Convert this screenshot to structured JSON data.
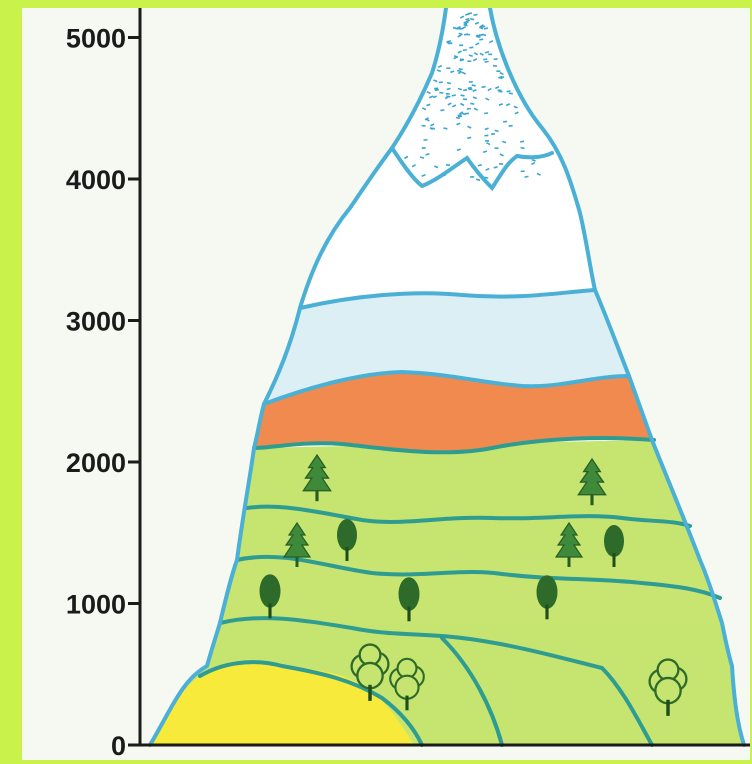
{
  "axis": {
    "ticks": [
      {
        "value": 5000,
        "label": "5000"
      },
      {
        "value": 4000,
        "label": "4000"
      },
      {
        "value": 3000,
        "label": "3000"
      },
      {
        "value": 2000,
        "label": "2000"
      },
      {
        "value": 1000,
        "label": "1000"
      },
      {
        "value": 0,
        "label": "0"
      }
    ],
    "range": [
      0,
      5000
    ]
  },
  "colors": {
    "page_background": "#c9f24a",
    "paper": "#f6f8f2",
    "outline": "#4ab0d6",
    "snow": "#ffffff",
    "snow_dots": "#3aa6cf",
    "alpine_meadow": "#d9f0f6",
    "orange_zone": "#f08a4e",
    "green_zones": "#c6e470",
    "foothill_yellow": "#f7ea3a",
    "trees": "#2e6b2a",
    "zone_line": "#2f9c92"
  },
  "zones": [
    {
      "id": "snow-cap",
      "name": "snow-peak-dotted",
      "icon": "dotted-snow"
    },
    {
      "id": "alpine-white",
      "name": "white-band"
    },
    {
      "id": "alpine-blue",
      "name": "light-blue-band"
    },
    {
      "id": "orange",
      "name": "orange-band"
    },
    {
      "id": "conifer-top",
      "name": "green-band-1",
      "icon": "conifer-tree-icon"
    },
    {
      "id": "conifer-mixed",
      "name": "green-band-2",
      "icon": "mixed-tree-icon"
    },
    {
      "id": "deciduous",
      "name": "green-band-3",
      "icon": "deciduous-tree-icon"
    },
    {
      "id": "broadleaf",
      "name": "green-band-4",
      "icon": "broadleaf-tree-icon"
    },
    {
      "id": "foothill",
      "name": "yellow-zone"
    }
  ]
}
